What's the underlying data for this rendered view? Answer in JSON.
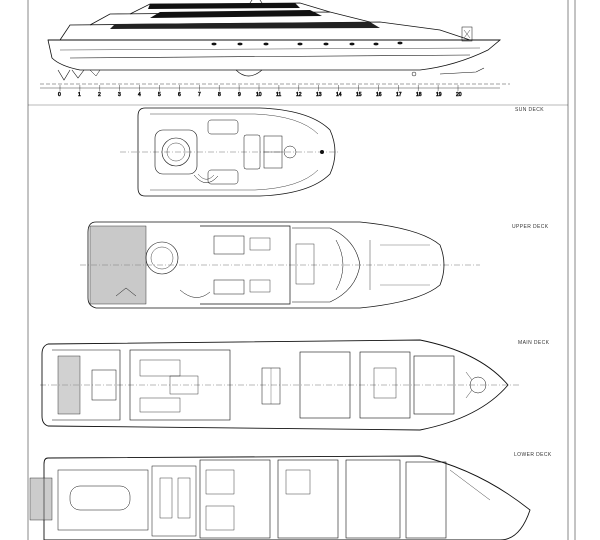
{
  "drawing": {
    "line_color": "#111111",
    "background": "#ffffff",
    "scale_numbers": [
      "0",
      "1",
      "2",
      "3",
      "4",
      "5",
      "6",
      "7",
      "8",
      "9",
      "10",
      "11",
      "12",
      "13",
      "14",
      "15",
      "16",
      "17",
      "18",
      "19",
      "20"
    ]
  },
  "decks": {
    "sun": {
      "label": "SUN DECK"
    },
    "upper": {
      "label": "UPPER DECK"
    },
    "main": {
      "label": "MAIN DECK"
    },
    "lower": {
      "label": "LOWER DECK"
    }
  }
}
